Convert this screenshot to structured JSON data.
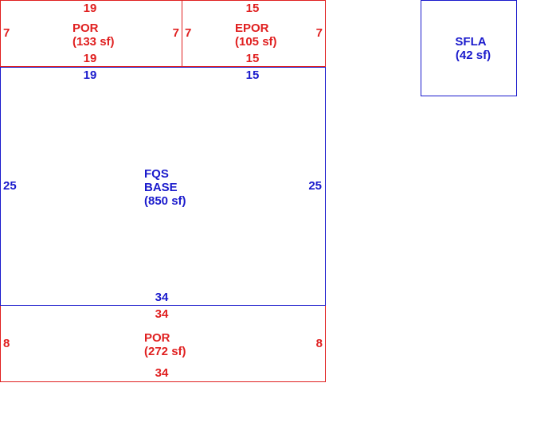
{
  "colors": {
    "porch": "#e02020",
    "living": "#1a1acc"
  },
  "areas": [
    {
      "id": "por-top",
      "kind": "porch",
      "label_lines": [
        "POR",
        "(133 sf)"
      ],
      "dims": {
        "top": "19",
        "bottom": "19",
        "left": "7",
        "right": "7"
      }
    },
    {
      "id": "epor",
      "kind": "porch",
      "label_lines": [
        "EPOR",
        "(105 sf)"
      ],
      "dims": {
        "top": "15",
        "bottom": "15",
        "left": "7",
        "right": "7"
      }
    },
    {
      "id": "base",
      "kind": "living",
      "label_lines": [
        "FQS",
        "BASE",
        "(850 sf)"
      ],
      "dims": {
        "top_left": "19",
        "top_right": "15",
        "bottom": "34",
        "left": "25",
        "right": "25"
      }
    },
    {
      "id": "por-bottom",
      "kind": "porch",
      "label_lines": [
        "POR",
        "(272 sf)"
      ],
      "dims": {
        "top": "34",
        "bottom": "34",
        "left": "8",
        "right": "8"
      }
    },
    {
      "id": "sfla",
      "kind": "living",
      "label_lines": [
        "SFLA",
        "(42 sf)"
      ],
      "dims": {}
    }
  ]
}
